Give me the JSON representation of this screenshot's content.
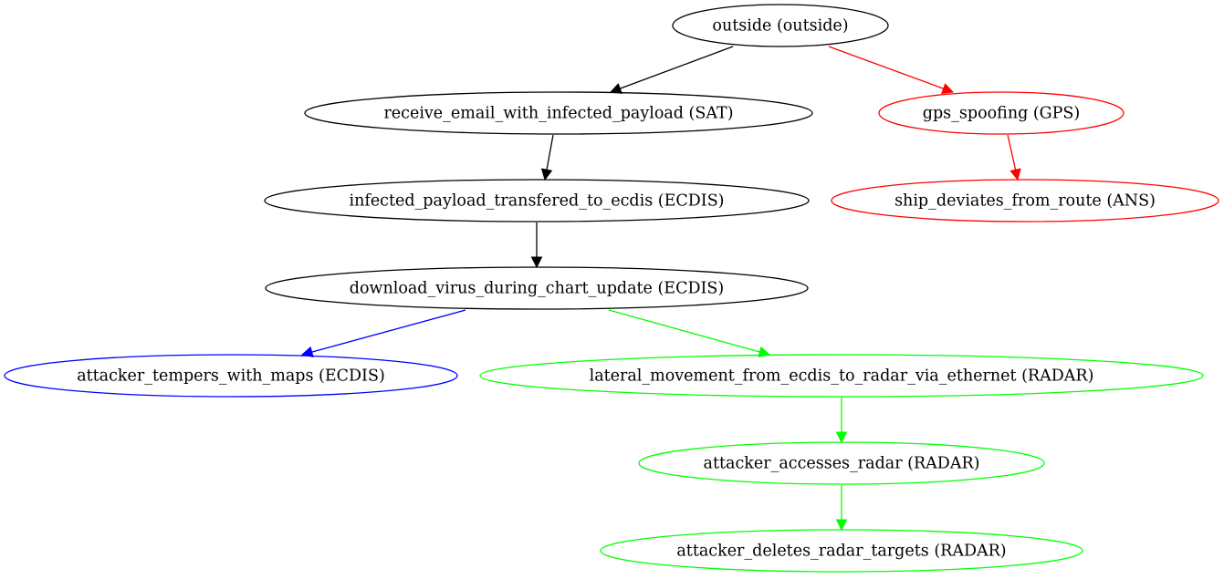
{
  "diagram": {
    "nodes": [
      {
        "id": "outside",
        "label": "outside (outside)",
        "color": "#000000"
      },
      {
        "id": "receive_email",
        "label": "receive_email_with_infected_payload (SAT)",
        "color": "#000000"
      },
      {
        "id": "gps_spoofing",
        "label": "gps_spoofing (GPS)",
        "color": "#ff0000"
      },
      {
        "id": "infected_transfer",
        "label": "infected_payload_transfered_to_ecdis (ECDIS)",
        "color": "#000000"
      },
      {
        "id": "ship_deviates",
        "label": "ship_deviates_from_route (ANS)",
        "color": "#ff0000"
      },
      {
        "id": "download_virus",
        "label": "download_virus_during_chart_update (ECDIS)",
        "color": "#000000"
      },
      {
        "id": "tempers_maps",
        "label": "attacker_tempers_with_maps (ECDIS)",
        "color": "#0000ff"
      },
      {
        "id": "lateral_movement",
        "label": "lateral_movement_from_ecdis_to_radar_via_ethernet (RADAR)",
        "color": "#00ff00"
      },
      {
        "id": "accesses_radar",
        "label": "attacker_accesses_radar (RADAR)",
        "color": "#00ff00"
      },
      {
        "id": "deletes_targets",
        "label": "attacker_deletes_radar_targets (RADAR)",
        "color": "#00ff00"
      }
    ],
    "edges": [
      {
        "from": "outside",
        "to": "receive_email",
        "color": "#000000"
      },
      {
        "from": "outside",
        "to": "gps_spoofing",
        "color": "#ff0000"
      },
      {
        "from": "receive_email",
        "to": "infected_transfer",
        "color": "#000000"
      },
      {
        "from": "gps_spoofing",
        "to": "ship_deviates",
        "color": "#ff0000"
      },
      {
        "from": "infected_transfer",
        "to": "download_virus",
        "color": "#000000"
      },
      {
        "from": "download_virus",
        "to": "tempers_maps",
        "color": "#0000ff"
      },
      {
        "from": "download_virus",
        "to": "lateral_movement",
        "color": "#00ff00"
      },
      {
        "from": "lateral_movement",
        "to": "accesses_radar",
        "color": "#00ff00"
      },
      {
        "from": "accesses_radar",
        "to": "deletes_targets",
        "color": "#00ff00"
      }
    ]
  }
}
